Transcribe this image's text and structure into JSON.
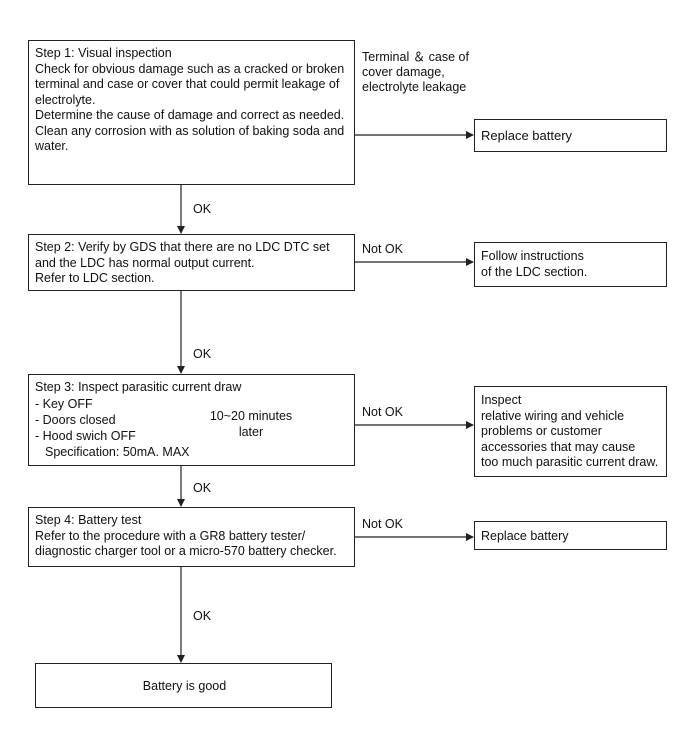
{
  "step1": {
    "text": "Step 1: Visual inspection\nCheck for obvious damage such as a cracked or broken terminal and case or cover that could permit leakage of electrolyte.\nDetermine the cause of damage and correct as needed.\nClean any corrosion with as solution of baking soda and water.",
    "fail_label": "Terminal ＆ case of\ncover damage,\nelectrolyte leakage",
    "fail_action": "Replace battery",
    "pass_label": "OK"
  },
  "step2": {
    "text": "Step 2: Verify by GDS that there are no LDC DTC set and the LDC has normal output current.\nRefer to LDC section.",
    "fail_label": "Not OK",
    "fail_action": "Follow instructions\nof the LDC section.",
    "pass_label": "OK"
  },
  "step3": {
    "title": "Step 3: Inspect parasitic current draw",
    "conditions": [
      "- Key OFF",
      "- Doors closed",
      "- Hood swich OFF"
    ],
    "wait": "10~20 minutes\nlater",
    "spec": "Specification: 50mA. MAX",
    "fail_label": "Not OK",
    "fail_action": "Inspect\nrelative wiring and vehicle\nproblems or customer\naccessories that may cause\ntoo much parasitic current draw.",
    "pass_label": "OK"
  },
  "step4": {
    "text": "Step 4: Battery test\nRefer to the procedure with a GR8 battery tester/\ndiagnostic charger tool or a micro-570 battery checker.",
    "fail_label": "Not OK",
    "fail_action": "Replace battery",
    "pass_label": "OK"
  },
  "result": {
    "text": "Battery is good"
  }
}
